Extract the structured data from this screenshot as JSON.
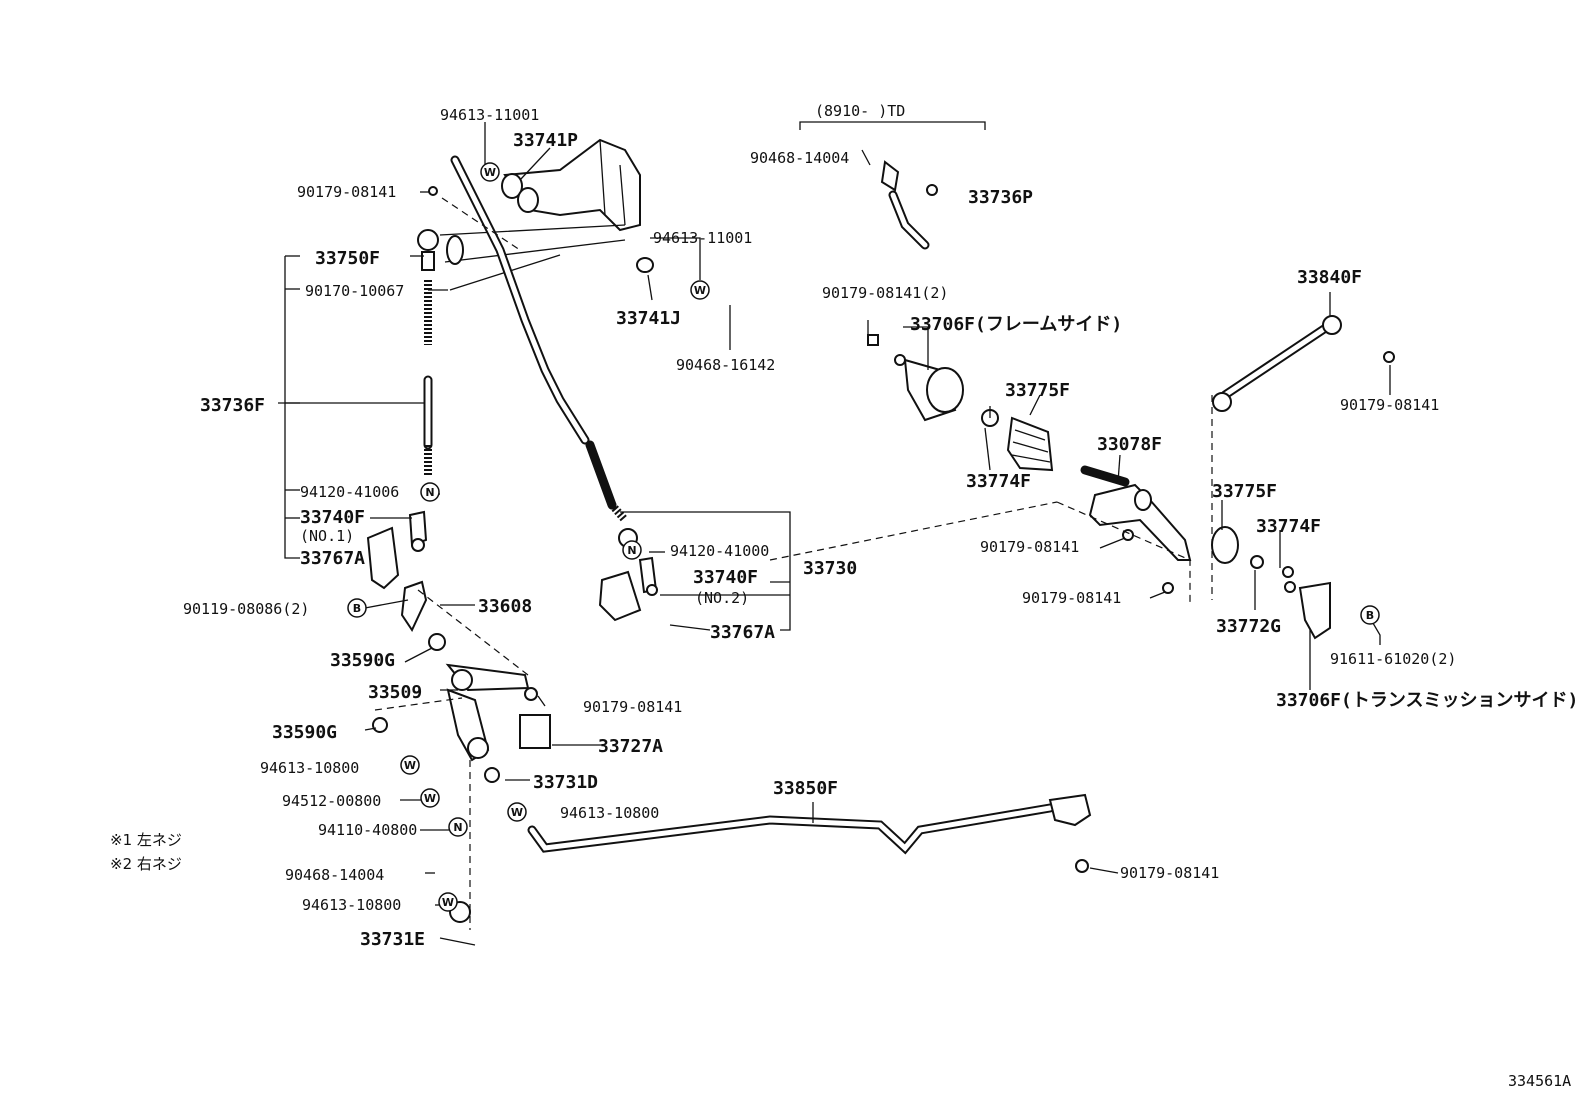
{
  "labels": {
    "p94613_11001_a": "94613-11001",
    "p33741P": "33741P",
    "p90179_08141_a": "90179-08141",
    "p94613_11001_b": "94613-11001",
    "p33750F": "33750F",
    "p90170_10067": "90170-10067",
    "p33741J": "33741J",
    "p90468_16142": "90468-16142",
    "p33736F": "33736F",
    "p94120_41006": "94120-41006",
    "p33740F_1": "33740F",
    "no1": "(NO.1)",
    "p33767A_1": "33767A",
    "p90119_08086": "90119-08086(2)",
    "p33608": "33608",
    "p33590G_a": "33590G",
    "p33509": "33509",
    "p90179_08141_b": "90179-08141",
    "p33590G_b": "33590G",
    "p33727A": "33727A",
    "p94613_10800_a": "94613-10800",
    "p33731D": "33731D",
    "p94512_00800": "94512-00800",
    "p94613_10800_b": "94613-10800",
    "p94110_40800": "94110-40800",
    "p90468_14004_a": "90468-14004",
    "p94613_10800_c": "94613-10800",
    "p33731E": "33731E",
    "p94120_41000": "94120-41000",
    "p33740F_2": "33740F",
    "no2": "(NO.2)",
    "p33730": "33730",
    "p33767A_2": "33767A",
    "td_range": "(8910-      )TD",
    "p90468_14004_b": "90468-14004",
    "p33736P": "33736P",
    "p90179_08141_c": "90179-08141(2)",
    "p33706F_frame": "33706F(フレームサイド)",
    "p33775F_a": "33775F",
    "p33774F_a": "33774F",
    "p33840F": "33840F",
    "p90179_08141_d": "90179-08141",
    "p33078F": "33078F",
    "p90179_08141_e": "90179-08141",
    "p33775F_b": "33775F",
    "p33774F_b": "33774F",
    "p90179_08141_f": "90179-08141",
    "p33772G": "33772G",
    "p91611_61020": "91611-61020(2)",
    "p33706F_trans": "33706F(トランスミッションサイド)",
    "p33850F": "33850F",
    "p90179_08141_g": "90179-08141"
  },
  "notes": {
    "note1": "※1 左ネジ",
    "note2": "※2 右ネジ"
  },
  "symbols": {
    "washer": "W",
    "nut": "N",
    "bolt": "B"
  },
  "figure_number": "334561A"
}
